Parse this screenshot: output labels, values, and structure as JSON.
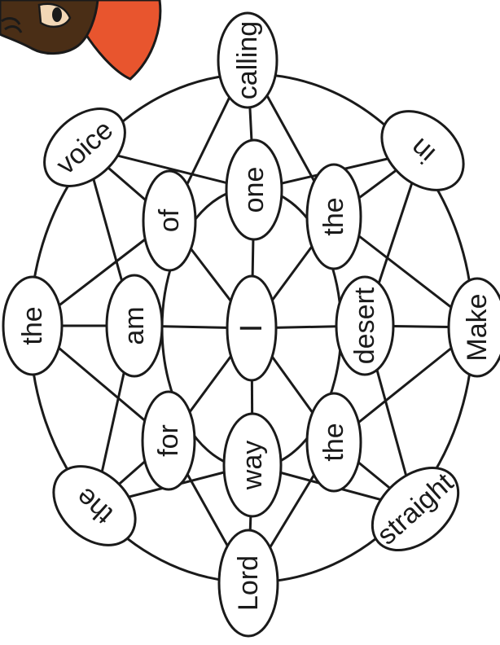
{
  "diagram": {
    "center_word": "I",
    "inner_ring": [
      "one",
      "the",
      "desert",
      "the",
      "way",
      "for",
      "am",
      "of"
    ],
    "outer_ring": [
      "calling",
      "in",
      "Make",
      "straight",
      "Lord",
      "the",
      "the",
      "voice"
    ]
  },
  "colors": {
    "line": "#1a1a1a",
    "bubble_fill": "#ffffff",
    "cartoon_orange": "#e8552e",
    "cartoon_hair": "#4a2e16",
    "cartoon_skin": "#f2d7b6"
  },
  "icons": {
    "corner_cartoon": "cartoon-figure-icon"
  }
}
